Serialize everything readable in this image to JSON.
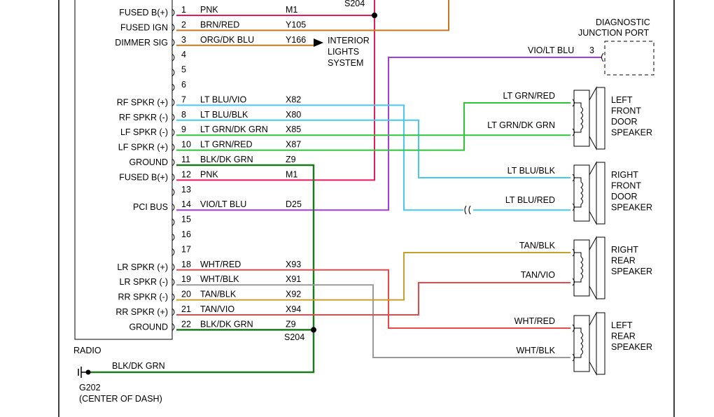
{
  "colors": {
    "pink": "#e8195a",
    "orange": "#c8761e",
    "org_blu": "#c8761e",
    "violet": "#a23be0",
    "lt_blu": "#46c8f0",
    "lt_grn": "#2ec43a",
    "dk_grn": "#1c7a1c",
    "red": "#e84848",
    "gray": "#9a9a9a",
    "tan": "#c8a028",
    "black": "#000000"
  },
  "radio": {
    "label": "RADIO",
    "pins": [
      {
        "num": "1",
        "func": "FUSED B(+)",
        "wire": "PNK",
        "circuit": "M1"
      },
      {
        "num": "2",
        "func": "FUSED IGN",
        "wire": "BRN/RED",
        "circuit": "Y105"
      },
      {
        "num": "3",
        "func": "DIMMER SIG",
        "wire": "ORG/DK BLU",
        "circuit": "Y166"
      },
      {
        "num": "4",
        "func": "",
        "wire": "",
        "circuit": ""
      },
      {
        "num": "5",
        "func": "",
        "wire": "",
        "circuit": ""
      },
      {
        "num": "6",
        "func": "",
        "wire": "",
        "circuit": ""
      },
      {
        "num": "7",
        "func": "RF SPKR (+)",
        "wire": "LT BLU/VIO",
        "circuit": "X82"
      },
      {
        "num": "8",
        "func": "RF SPKR (-)",
        "wire": "LT BLU/BLK",
        "circuit": "X80"
      },
      {
        "num": "9",
        "func": "LF SPKR (-)",
        "wire": "LT GRN/DK GRN",
        "circuit": "X85"
      },
      {
        "num": "10",
        "func": "LF SPKR (+)",
        "wire": "LT GRN/RED",
        "circuit": "X87"
      },
      {
        "num": "11",
        "func": "GROUND",
        "wire": "BLK/DK GRN",
        "circuit": "Z9"
      },
      {
        "num": "12",
        "func": "FUSED B(+)",
        "wire": "PNK",
        "circuit": "M1"
      },
      {
        "num": "13",
        "func": "",
        "wire": "",
        "circuit": ""
      },
      {
        "num": "14",
        "func": "PCI BUS",
        "wire": "VIO/LT BLU",
        "circuit": "D25"
      },
      {
        "num": "15",
        "func": "",
        "wire": "",
        "circuit": ""
      },
      {
        "num": "16",
        "func": "",
        "wire": "",
        "circuit": ""
      },
      {
        "num": "17",
        "func": "",
        "wire": "",
        "circuit": ""
      },
      {
        "num": "18",
        "func": "LR SPKR (+)",
        "wire": "WHT/RED",
        "circuit": "X93"
      },
      {
        "num": "19",
        "func": "LR SPKR (-)",
        "wire": "WHT/BLK",
        "circuit": "X91"
      },
      {
        "num": "20",
        "func": "RR SPKR (-)",
        "wire": "TAN/BLK",
        "circuit": "X92"
      },
      {
        "num": "21",
        "func": "RR SPKR (+)",
        "wire": "TAN/VIO",
        "circuit": "X94"
      },
      {
        "num": "22",
        "func": "GROUND",
        "wire": "BLK/DK GRN",
        "circuit": "Z9"
      }
    ]
  },
  "splices": {
    "top": "S204",
    "bottom": "S204"
  },
  "interior_lights": {
    "line1": "INTERIOR",
    "line2": "LIGHTS",
    "line3": "SYSTEM"
  },
  "diagnostic_port": {
    "line1": "DIAGNOSTIC",
    "line2": "JUNCTION PORT",
    "wire": "VIO/LT BLU",
    "pin": "3"
  },
  "ground_point": {
    "wire": "BLK/DK GRN",
    "name": "G202",
    "location": "(CENTER OF DASH)"
  },
  "speakers": [
    {
      "id": "lf",
      "line1": "LEFT",
      "line2": "FRONT",
      "line3": "DOOR",
      "line4": "SPEAKER",
      "wire_top": "LT GRN/RED",
      "wire_bottom": "LT GRN/DK GRN"
    },
    {
      "id": "rf",
      "line1": "RIGHT",
      "line2": "FRONT",
      "line3": "DOOR",
      "line4": "SPEAKER",
      "wire_top": "LT BLU/BLK",
      "wire_bottom": "LT BLU/RED"
    },
    {
      "id": "rr",
      "line1": "RIGHT",
      "line2": "REAR",
      "line3": "SPEAKER",
      "line4": "",
      "wire_top": "TAN/BLK",
      "wire_bottom": "TAN/VIO"
    },
    {
      "id": "lr",
      "line1": "LEFT",
      "line2": "REAR",
      "line3": "SPEAKER",
      "line4": "",
      "wire_top": "WHT/RED",
      "wire_bottom": "WHT/BLK"
    }
  ]
}
